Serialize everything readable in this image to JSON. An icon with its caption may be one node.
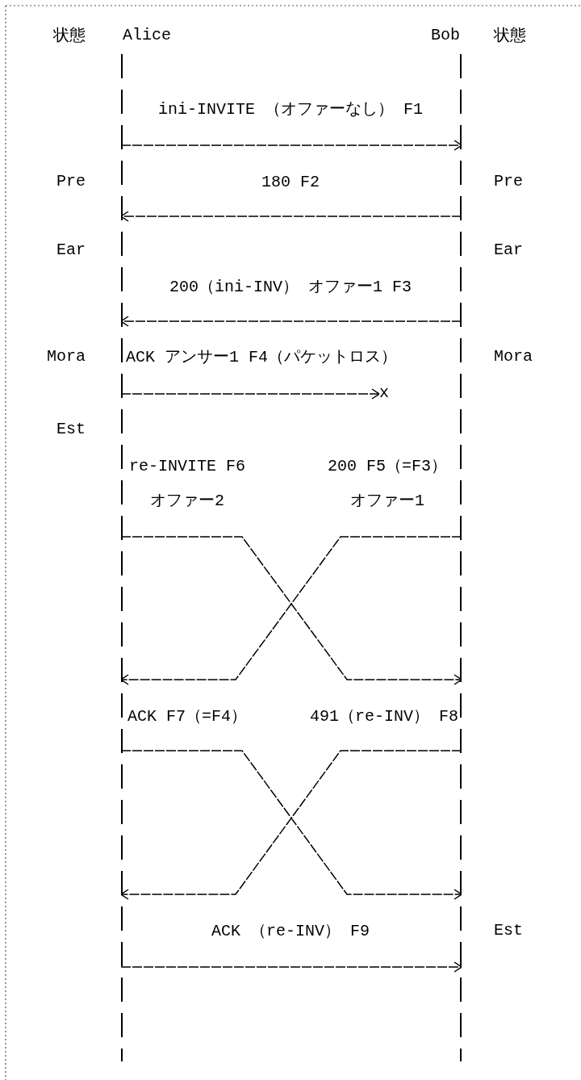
{
  "diagram": {
    "nodes": [
      {
        "text": [
          "Alice"
        ]
      },
      {
        "text": [
          "Bob"
        ]
      },
      {
        "text": [
          "x"
        ]
      }
    ],
    "edges": [
      {
        "from": 0,
        "to": 1,
        "arrow": "to",
        "label": "ini-INVITE （オファーなし） F1"
      },
      {
        "from": 1,
        "to": 0,
        "arrow": "to",
        "label": "180 F2"
      },
      {
        "from": 1,
        "to": 0,
        "arrow": "to",
        "label": "200（ini-INV） オファー1 F3"
      },
      {
        "from": 0,
        "to": 2,
        "arrow": "to",
        "label": "ACK アンサー1 F4（パケットロス）"
      },
      {
        "from": 0,
        "to": 1,
        "arrow": "to",
        "label": "re-INVITE F6 オファー2"
      },
      {
        "from": 1,
        "to": 0,
        "arrow": "to",
        "label": "200 F5（=F3）オファー1"
      },
      {
        "from": 0,
        "to": 1,
        "arrow": "to",
        "label": "ACK F7（=F4）"
      },
      {
        "from": 1,
        "to": 0,
        "arrow": "to",
        "label": "491（re-INV） F8"
      },
      {
        "from": 0,
        "to": 1,
        "arrow": "to",
        "label": "ACK （re-INV） F9"
      }
    ],
    "labels": [
      "状態",
      "状態",
      "Pre",
      "Pre",
      "Ear",
      "Ear",
      "Mora",
      "Mora",
      "Est",
      "Est"
    ]
  }
}
